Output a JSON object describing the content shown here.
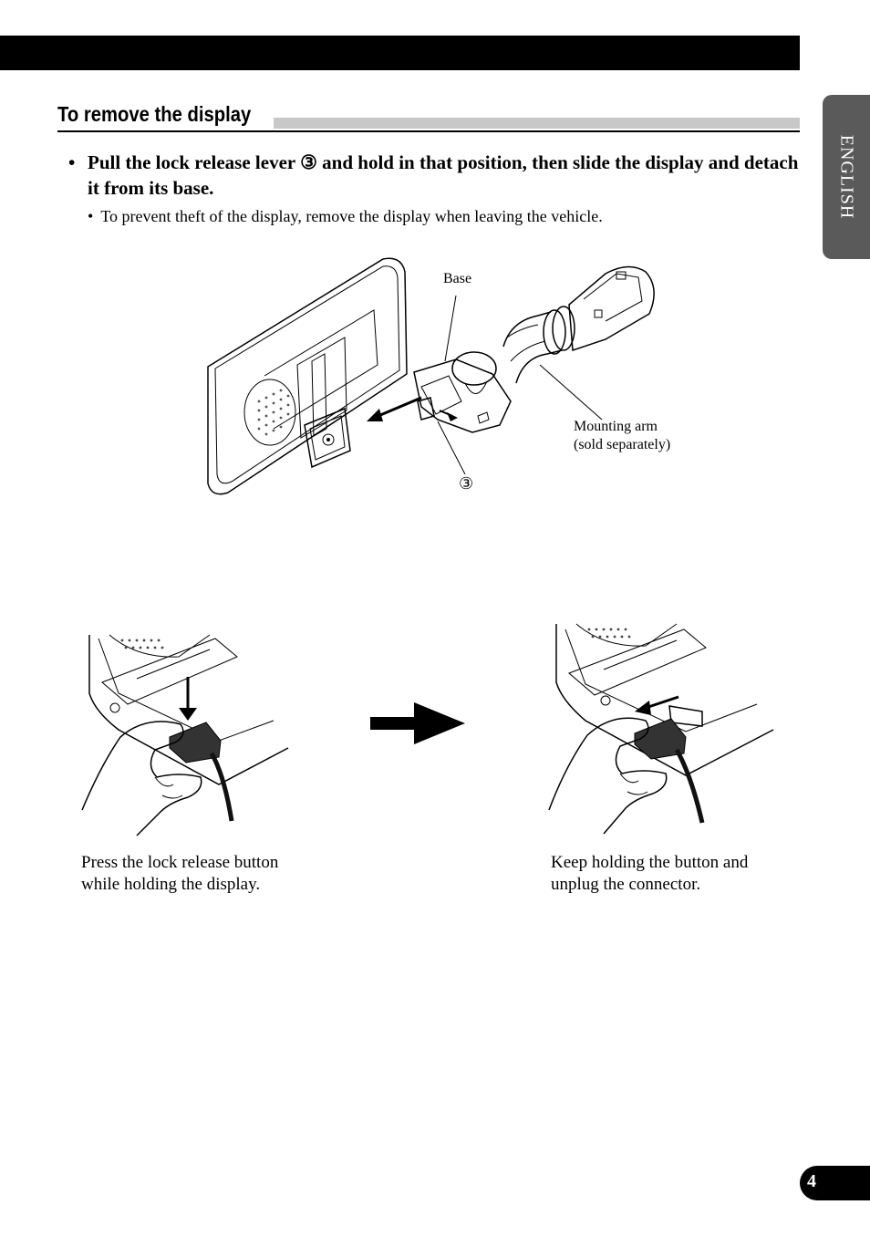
{
  "page": {
    "side_tab": "ENGLISH",
    "page_number": "4"
  },
  "section": {
    "title": "To remove the display"
  },
  "instructions": {
    "main_bullet": "•",
    "main_text": "Pull the lock release lever ③ and hold in that position, then slide the display and detach it from its base.",
    "sub_bullet": "•",
    "sub_text": "To prevent theft of the display, remove the display when leaving the vehicle."
  },
  "figure_main": {
    "label_base": "Base",
    "label_arm_line1": "Mounting arm",
    "label_arm_line2": "(sold separately)",
    "label_lever": "③"
  },
  "figure_steps": {
    "step1_caption": "Press the lock release button while holding the display.",
    "step2_caption": "Keep holding the button and unplug the connector."
  }
}
